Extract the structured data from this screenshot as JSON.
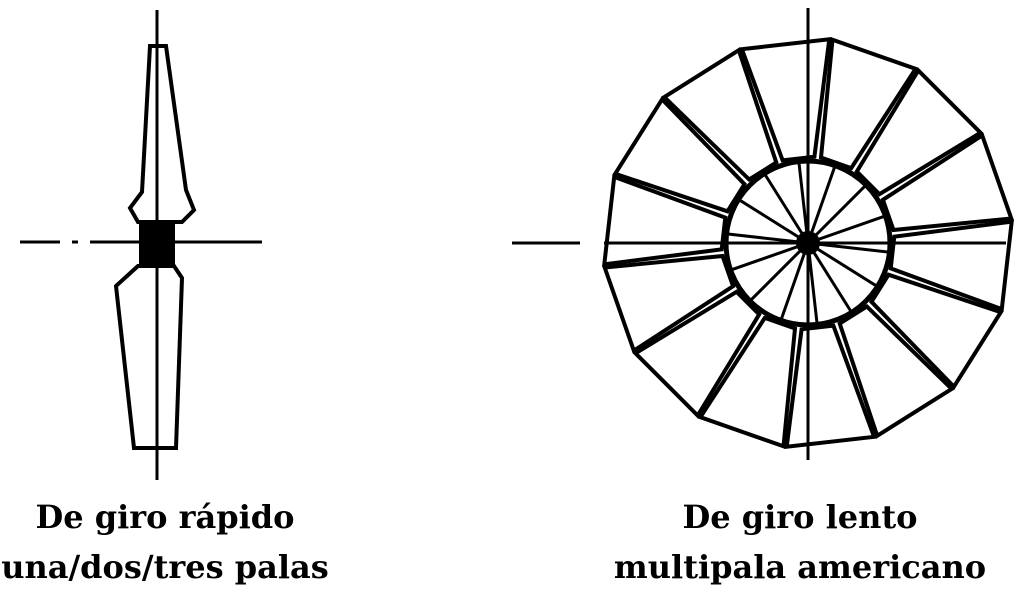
{
  "left_turbine": {
    "caption_line1": "De giro rápido",
    "caption_line2": "una/dos/tres palas",
    "blade_count": 2
  },
  "right_turbine": {
    "caption_line1": "De giro lento",
    "caption_line2": "multipala americano",
    "blade_count": 14
  },
  "colors": {
    "line": "#000000",
    "background": "#ffffff"
  }
}
